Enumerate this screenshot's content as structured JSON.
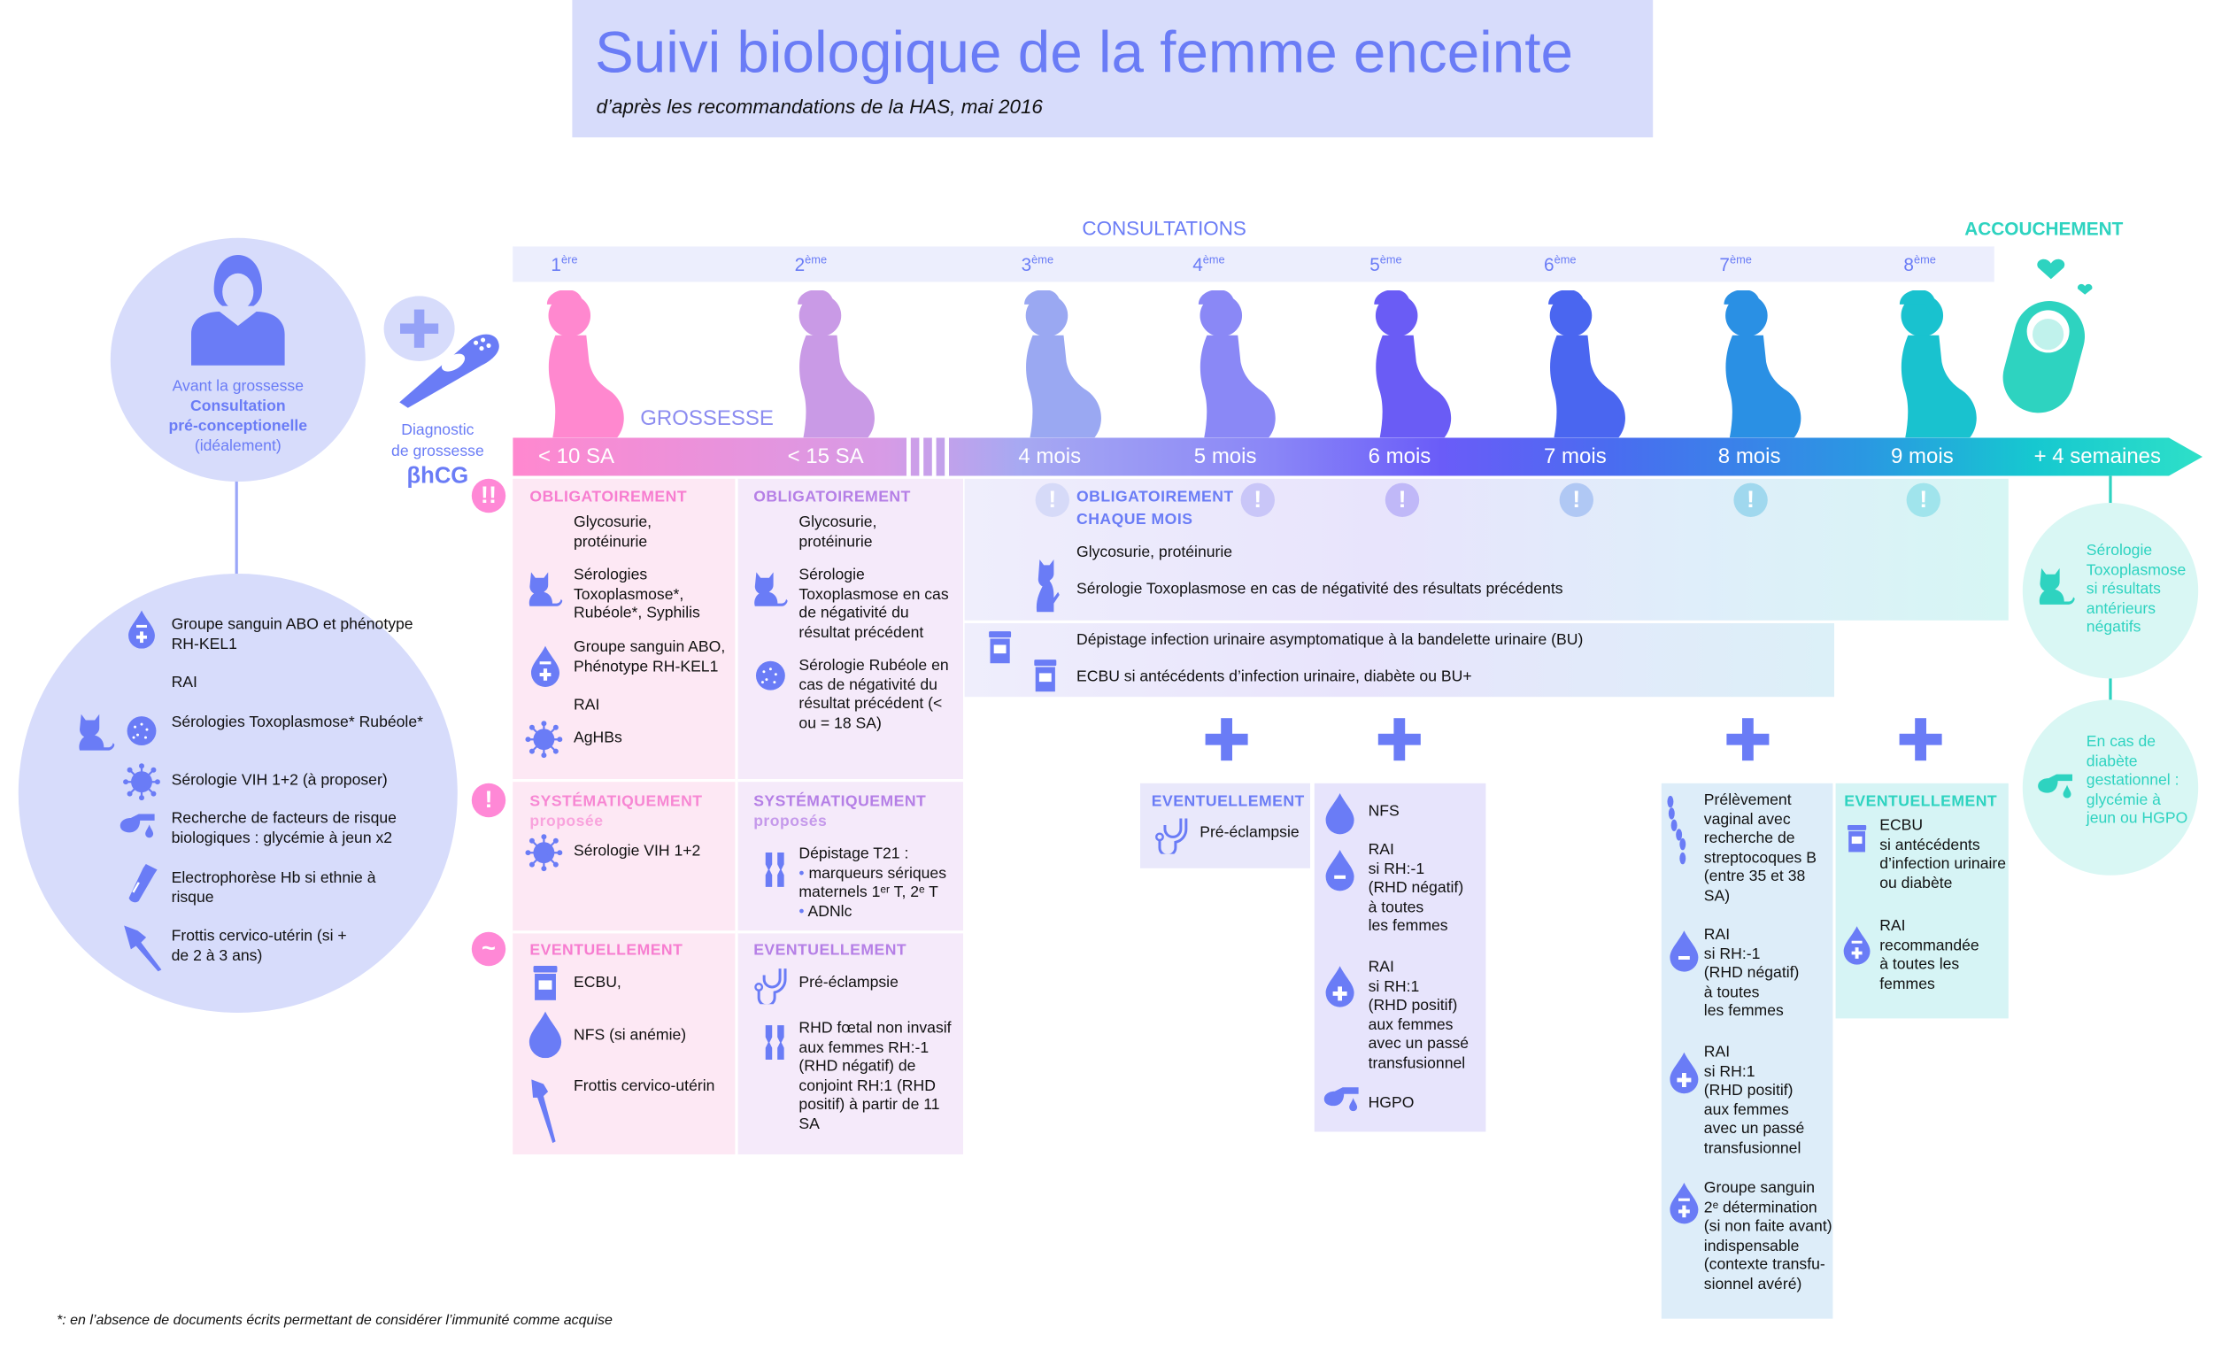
{
  "header": {
    "title": "Suivi biologique de la femme enceinte",
    "subtitle": "d’après les recommandations de la HAS, mai 2016"
  },
  "labels": {
    "consultations": "CONSULTATIONS",
    "accouchement": "ACCOUCHEMENT",
    "grossesse": "GROSSESSE"
  },
  "consult_numbers": [
    {
      "n": "1",
      "sup": "ère"
    },
    {
      "n": "2",
      "sup": "ème"
    },
    {
      "n": "3",
      "sup": "ème"
    },
    {
      "n": "4",
      "sup": "ème"
    },
    {
      "n": "5",
      "sup": "ème"
    },
    {
      "n": "6",
      "sup": "ème"
    },
    {
      "n": "7",
      "sup": "ème"
    },
    {
      "n": "8",
      "sup": "ème"
    }
  ],
  "timeline": [
    "< 10 SA",
    "< 15 SA",
    "4 mois",
    "5 mois",
    "6 mois",
    "7 mois",
    "8 mois",
    "9 mois",
    "+ 4 semaines"
  ],
  "colors": {
    "accent": "#6a7cf6",
    "pink": "#f77dd0",
    "violet": "#b57fe6",
    "teal": "#2ed3c0"
  },
  "pre": {
    "before": "Avant la grossesse",
    "consult": "Consultation",
    "preconcept": "pré-conceptionelle",
    "ideal": "(idéalement)",
    "items": [
      "Groupe sanguin ABO et phénotype RH-KEL1",
      "RAI",
      "Sérologies Toxoplasmose* Rubéole*",
      "Sérologie VIH 1+2 (à proposer)",
      "Recherche de facteurs de risque biologiques : glycémie à jeun x2",
      "Electrophorèse Hb si ethnie à risque",
      "Frottis cervico-utérin (si + de 2 à 3 ans)"
    ]
  },
  "diag": {
    "l1": "Diagnostic",
    "l2": "de grossesse",
    "hcg": "βhCG"
  },
  "alerts": {
    "oblig": "!!",
    "syst": "!",
    "event": "~",
    "month": "!"
  },
  "col1": {
    "oblig": "OBLIGATOIREMENT",
    "o1": "Glycosurie, protéinurie",
    "o2": "Sérologies Toxoplasmose*, Rubéole*, Syphilis",
    "o3": "Groupe sanguin ABO, Phénotype RH-KEL1",
    "o3b": "RAI",
    "o4": "AgHBs",
    "syst": "SYSTÉMATIQUEMENT",
    "syst2": "proposée",
    "s1": "Sérologie VIH 1+2",
    "event": "EVENTUELLEMENT",
    "e1": "ECBU,",
    "e2": "NFS (si anémie)",
    "e3": "Frottis cervico-utérin"
  },
  "col2": {
    "oblig": "OBLIGATOIREMENT",
    "o1": "Glycosurie, protéinurie",
    "o2": "Sérologie Toxoplasmose en cas de négativité du résultat précédent",
    "o3": "Sérologie Rubéole en cas de négativité du résultat précédent (< ou = 18 SA)",
    "syst": "SYSTÉMATIQUEMENT",
    "syst2": "proposés",
    "s1": "Dépistage T21 :",
    "s1a": "marqueurs sériques maternels 1ᵉʳ T, 2ᵉ T",
    "s1b": "ADNlc",
    "event": "EVENTUELLEMENT",
    "e1": "Pré-éclampsie",
    "e2": "RHD fœtal non invasif aux femmes RH:-1 (RHD négatif) de conjoint RH:1 (RHD positif) à partir de 11 SA"
  },
  "monthly": {
    "h1": "OBLIGATOIREMENT",
    "h2": "CHAQUE MOIS",
    "m1": "Glycosurie, protéinurie",
    "m2": "Sérologie Toxoplasmose en cas de négativité des résultats précédents",
    "u1": "Dépistage infection urinaire asymptomatique à la bandelette urinaire (BU)",
    "u2": "ECBU si antécédents d’infection urinaire, diabète ou BU+"
  },
  "m4": {
    "event": "EVENTUELLEMENT",
    "e1": "Pré-éclampsie"
  },
  "m5": {
    "nfs": "NFS",
    "rai1": "RAI\nsi RH:-1\n(RHD négatif)\nà toutes\nles femmes",
    "rai2": "RAI\nsi RH:1\n(RHD positif)\naux femmes\navec un passé\ntransfusionnel",
    "hgpo": "HGPO"
  },
  "m8": {
    "prel": "Prélèvement vaginal avec recherche de streptocoques B (entre 35 et 38 SA)",
    "rai1": "RAI\nsi RH:-1\n(RHD négatif)\nà toutes\nles femmes",
    "rai2": "RAI\nsi RH:1\n(RHD positif)\naux femmes\navec un passé\ntransfusionnel",
    "gs": "Groupe sanguin\n2ᵉ détermination\n(si non faite avant)\nindispensable\n(contexte transfu-\nsionnel avéré)"
  },
  "m9": {
    "event": "EVENTUELLEMENT",
    "ecbu": "ECBU\nsi antécédents\nd’infection urinaire\nou diabète",
    "rai": "RAI\nrecommandée\nà toutes les\nfemmes"
  },
  "post": {
    "c1": "Sérologie Toxoplasmose si résultats antérieurs négatifs",
    "c2": "En cas de diabète gestationnel : glycémie à jeun ou HGPO"
  },
  "footnote": "*: en l’absence de documents écrits permettant de considérer l’immunité comme acquise"
}
